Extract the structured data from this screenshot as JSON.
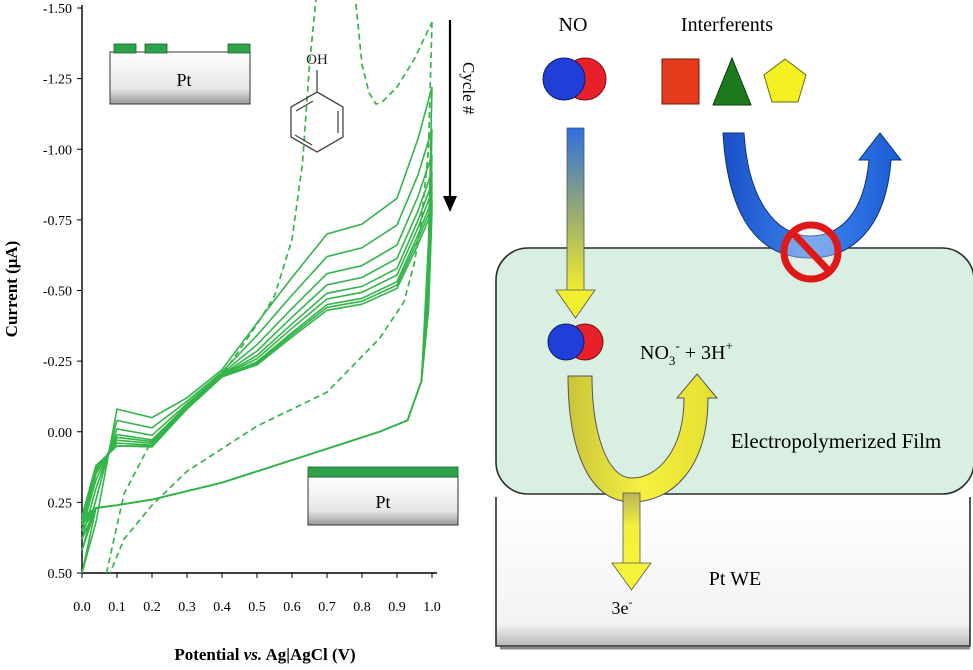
{
  "chart_data": {
    "type": "line",
    "xlabel_prefix": "Potential ",
    "xlabel_italic": "vs.",
    "xlabel_suffix": " Ag|AgCl (V)",
    "ylabel": "Current (μA)",
    "x_ticks": [
      "0.0",
      "0.1",
      "0.2",
      "0.3",
      "0.4",
      "0.5",
      "0.6",
      "0.7",
      "0.8",
      "0.9",
      "1.0"
    ],
    "x_tick_values": [
      0.0,
      0.1,
      0.2,
      0.3,
      0.4,
      0.5,
      0.6,
      0.7,
      0.8,
      0.9,
      1.0
    ],
    "y_ticks": [
      "-1.50",
      "-1.25",
      "-1.00",
      "-0.75",
      "-0.50",
      "-0.25",
      "0.00",
      "0.25",
      "0.50"
    ],
    "y_tick_values": [
      -1.5,
      -1.25,
      -1.0,
      -0.75,
      -0.5,
      -0.25,
      0.0,
      0.25,
      0.5
    ],
    "xlim": [
      0.0,
      1.0
    ],
    "ylim": [
      -1.5,
      0.5
    ],
    "y_inverted": true,
    "grid": false,
    "series_color": "#33b549",
    "dashed_cycle": {
      "forward": [
        [
          0.07,
          0.5
        ],
        [
          0.12,
          0.22
        ],
        [
          0.2,
          0.03
        ],
        [
          0.3,
          -0.08
        ],
        [
          0.4,
          -0.2
        ],
        [
          0.5,
          -0.38
        ],
        [
          0.55,
          -0.48
        ],
        [
          0.6,
          -0.68
        ],
        [
          0.63,
          -0.95
        ],
        [
          0.65,
          -1.3
        ],
        [
          0.67,
          -1.55
        ]
      ],
      "reverse_peak": [
        [
          0.78,
          -1.55
        ],
        [
          0.8,
          -1.3
        ],
        [
          0.82,
          -1.2
        ],
        [
          0.84,
          -1.16
        ],
        [
          0.86,
          -1.17
        ],
        [
          0.9,
          -1.22
        ],
        [
          0.95,
          -1.32
        ],
        [
          1.0,
          -1.45
        ]
      ],
      "return": [
        [
          1.0,
          -1.45
        ],
        [
          0.99,
          -1.0
        ],
        [
          0.97,
          -0.75
        ],
        [
          0.95,
          -0.6
        ],
        [
          0.92,
          -0.46
        ],
        [
          0.85,
          -0.33
        ],
        [
          0.7,
          -0.14
        ],
        [
          0.5,
          -0.02
        ],
        [
          0.3,
          0.14
        ],
        [
          0.2,
          0.26
        ],
        [
          0.12,
          0.38
        ],
        [
          0.08,
          0.5
        ]
      ]
    },
    "cycles": [
      {
        "peak": -1.22,
        "mid": -0.7,
        "low": 0.0,
        "start": 0.5
      },
      {
        "peak": -1.07,
        "mid": -0.62,
        "low": 0.04,
        "start": 0.42
      },
      {
        "peak": -0.98,
        "mid": -0.56,
        "low": 0.07,
        "start": 0.38
      },
      {
        "peak": -0.92,
        "mid": -0.52,
        "low": 0.09,
        "start": 0.35
      },
      {
        "peak": -0.88,
        "mid": -0.49,
        "low": 0.1,
        "start": 0.33
      },
      {
        "peak": -0.85,
        "mid": -0.47,
        "low": 0.11,
        "start": 0.32
      },
      {
        "peak": -0.82,
        "mid": -0.45,
        "low": 0.12,
        "start": 0.31
      },
      {
        "peak": -0.8,
        "mid": -0.44,
        "low": 0.13,
        "start": 0.3
      },
      {
        "peak": -0.78,
        "mid": -0.43,
        "low": 0.13,
        "start": 0.3
      }
    ]
  },
  "inset_top_label": "Pt",
  "inset_bottom_label": "Pt",
  "phenol_label": "OH",
  "cycle_label": "Cycle #",
  "diagram": {
    "no_label": "NO",
    "interferents_label": "Interferents",
    "product_main": "NO",
    "product_sub": "3",
    "product_sup": "-",
    "product_mid": " + 3H",
    "product_sup2": "+",
    "film_label": "Electropolymerized Film",
    "electrons_main": "3e",
    "electrons_sup": "-",
    "electrode_label": "Pt WE",
    "colors": {
      "film": "#d9efe2",
      "no_blue": "#1f3fd8",
      "no_red": "#e8202a",
      "square": "#e53a1c",
      "triangle": "#1d7a1d",
      "pentagon": "#f5f020",
      "arrow_blue": "#1d63d9",
      "arrow_yellow": "#f5f035",
      "blocked": "#e01818"
    }
  }
}
